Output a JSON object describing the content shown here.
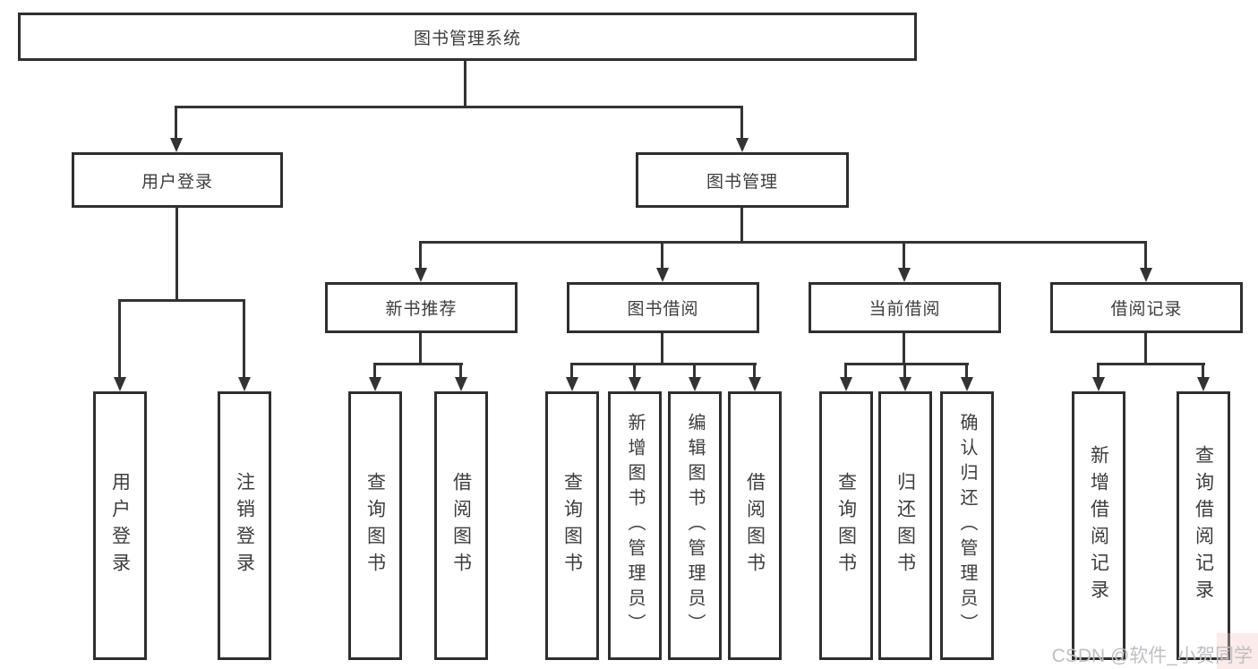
{
  "diagram": {
    "root": {
      "label": "图书管理系统"
    },
    "user_login": {
      "label": "用户登录",
      "children": [
        "用户登录",
        "注销登录"
      ]
    },
    "book_mgmt": {
      "label": "图书管理",
      "new_book_rec": {
        "label": "新书推荐",
        "children": [
          "查询图书",
          "借阅图书"
        ]
      },
      "book_borrow": {
        "label": "图书借阅",
        "children": [
          "查询图书",
          "新增图书（管理员）",
          "编辑图书（管理员）",
          "借阅图书"
        ]
      },
      "current_borrow": {
        "label": "当前借阅",
        "children": [
          "查询图书",
          "归还图书",
          "确认归还（管理员）"
        ]
      },
      "borrow_records": {
        "label": "借阅记录",
        "children": [
          "新增借阅记录",
          "查询借阅记录"
        ]
      }
    }
  },
  "watermark": {
    "text": "CSDN @软件_小贺同学"
  },
  "colors": {
    "line": "#333333",
    "border": "#2f2f2f",
    "text": "#3d3d3d",
    "watermark": "#bfbfc3",
    "background": "#ffffff"
  }
}
